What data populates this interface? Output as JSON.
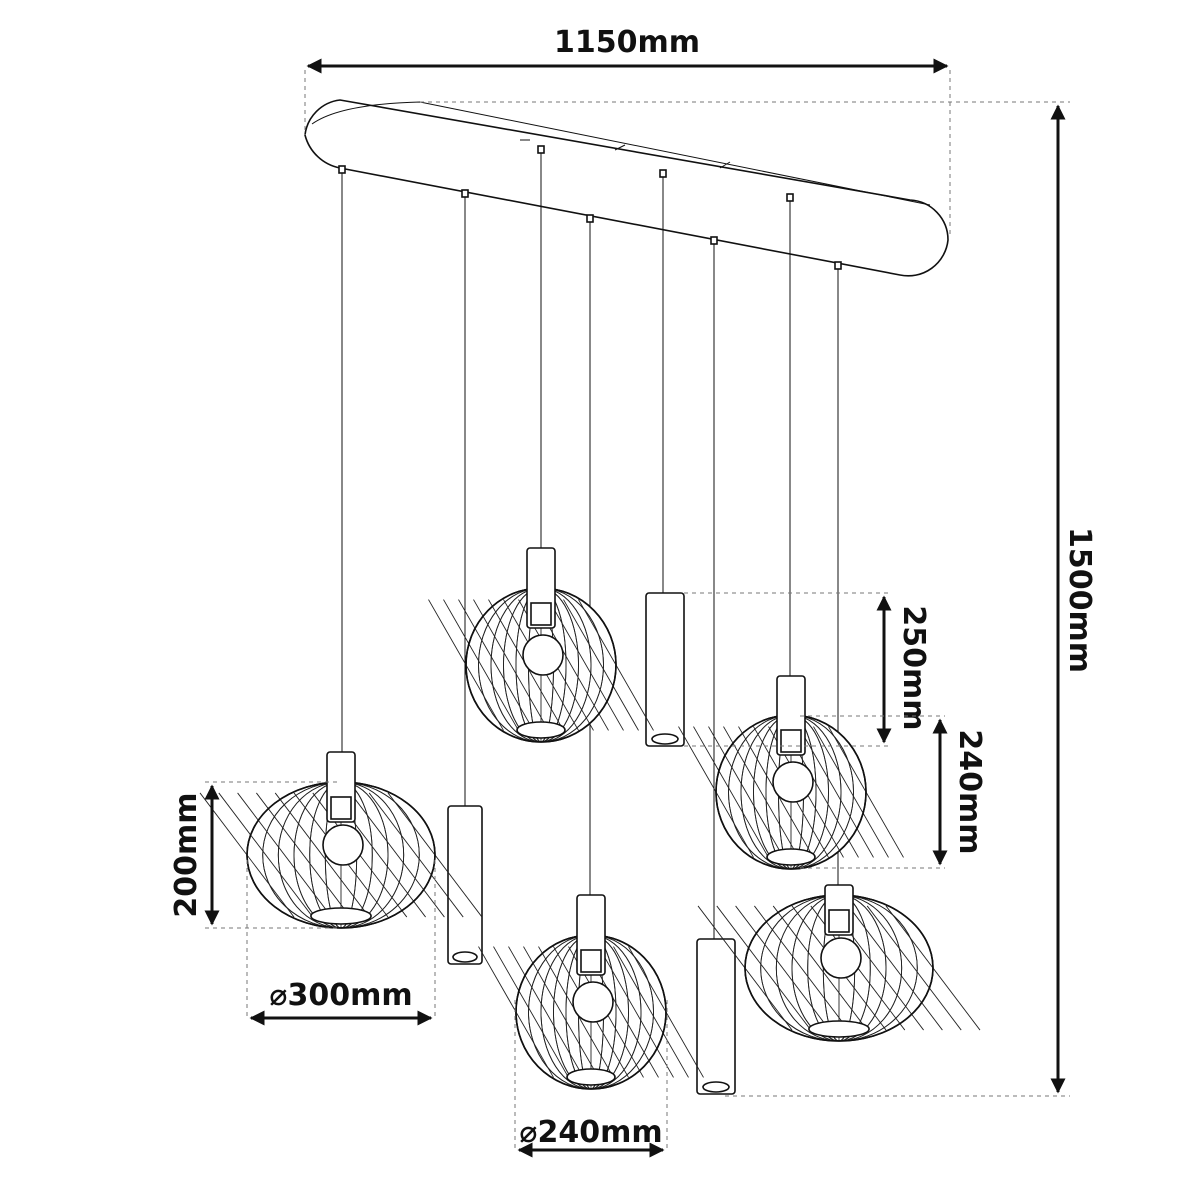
{
  "dimensions": {
    "overall_width": "1150mm",
    "overall_height": "1500mm",
    "cylinder_height": "250mm",
    "globe_height": "240mm",
    "flat_shade_height": "200mm",
    "flat_shade_diameter": "⌀300mm",
    "globe_diameter": "⌀240mm"
  },
  "colors": {
    "line": "#111111",
    "background": "#ffffff",
    "guide": "#777777"
  }
}
